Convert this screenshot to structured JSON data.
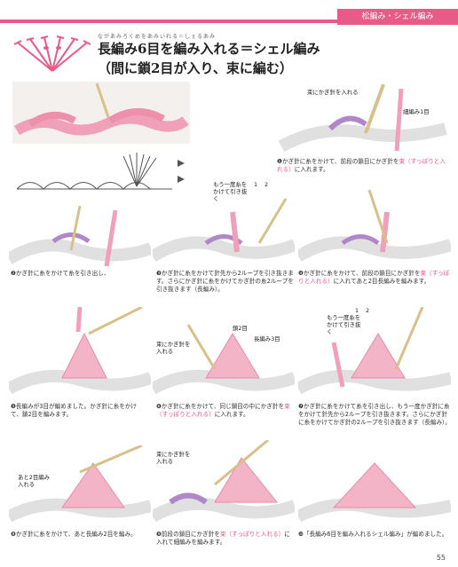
{
  "header": {
    "section_tab": "松編み・シェル編み"
  },
  "title": {
    "ruby": "ながあみろくめをあみいれる＝しぇるあみ",
    "line1": "長編み6目を編み入れる＝シェル編み",
    "line2": "（間に鎖2目が入り、束に編む）"
  },
  "labels": {
    "enter_hook": "束にかぎ針を入れる",
    "lengthen_one": "細編み1目",
    "once_more": "もう一度糸をかけて引き抜く",
    "chain2": "鎖2目",
    "dc3": "長編み3目",
    "hook_into": "束にかぎ針を入れる",
    "two_more": "あと2目編み入れる",
    "step_nums": [
      "1",
      "2"
    ]
  },
  "steps": [
    {
      "num": "❶",
      "text": "かぎ針に糸をかけて、前段の鎖目にかぎ針を",
      "accent": "束（すっぽりと入れる）",
      "text2": "に入れます。"
    },
    {
      "num": "❷",
      "text": "かぎ針に糸をかけて糸を引き出し、",
      "accent": "",
      "text2": ""
    },
    {
      "num": "❸",
      "text": "かぎ針に糸をかけて針先から2ループを引き抜きます。さらにかぎ針に糸をかけてかぎ針の糸2ループを引き抜きます（長編み）。",
      "accent": "",
      "text2": ""
    },
    {
      "num": "❹",
      "text": "かぎ針に糸をかけて、前段の鎖目にかぎ針を",
      "accent": "束（すっぽりと入れる）",
      "text2": "に入れてあと2目長編みを編みます。"
    },
    {
      "num": "❺",
      "text": "長編みが3目が編めました。かぎ針に糸をかけて、鎖2目を編みます。",
      "accent": "",
      "text2": ""
    },
    {
      "num": "❻",
      "text": "かぎ針に糸をかけて、同じ鎖目の中にかぎ針を",
      "accent": "束（すっぽりと入れる）",
      "text2": "に入れます。"
    },
    {
      "num": "❼",
      "text": "かぎ針に糸をかけて糸を引き出し、もう一度かぎ針に糸をかけて針先から2ループを引き抜きます。さらにかぎ針に糸をかけてかぎ針の2ループを引き抜きます（長編み）。",
      "accent": "",
      "text2": ""
    },
    {
      "num": "❽",
      "text": "かぎ針に糸をかけて、あと長編み2目を編み。",
      "accent": "",
      "text2": ""
    },
    {
      "num": "❾",
      "text": "前段の鎖目にかぎ針を",
      "accent": "束（すっぽりと入れる）",
      "text2": "に入れて細編みを編みます。"
    },
    {
      "num": "❿",
      "text": "「長編み6目を編み入れるシェル編み」が編めました。",
      "accent": "",
      "text2": ""
    }
  ],
  "page_number": "55",
  "colors": {
    "accent": "#e85a87",
    "yarn_pink": "#f0a0b8",
    "yarn_purple": "#b088c8",
    "hook": "#d8c08a"
  }
}
